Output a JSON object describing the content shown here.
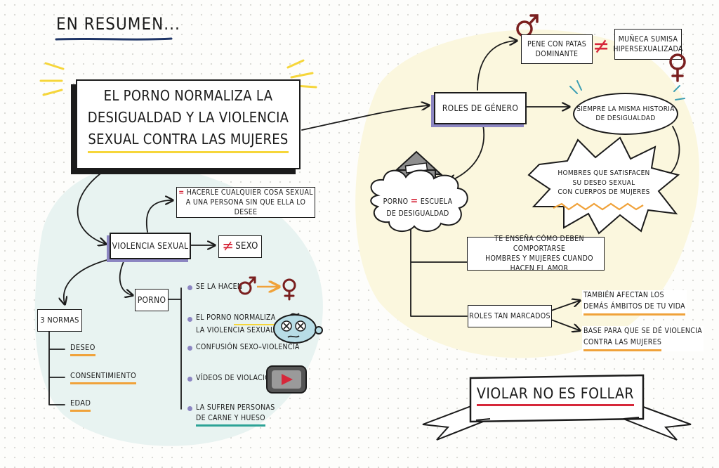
{
  "heading": "EN RESUMEN...",
  "main_claim": {
    "line1": "EL PORNO NORMALIZA LA",
    "line2": "DESIGUALDAD Y LA VIOLENCIA",
    "line3": "SEXUAL CONTRA LAS MUJERES"
  },
  "violencia": {
    "label": "VIOLENCIA SEXUAL",
    "definition_symbol": "=",
    "definition_line1": "HACERLE CUALQUIER COSA SEXUAL",
    "definition_line2": "A UNA PERSONA SIN QUE ELLA LO DESEE",
    "not_equal": "≠",
    "not_equal_label": "SEXO"
  },
  "normas": {
    "label": "3 NORMAS",
    "items": [
      "DESEO",
      "CONSENTIMIENTO",
      "EDAD"
    ]
  },
  "porno": {
    "label": "PORNO",
    "items": {
      "se_la_hacen": "SE LA HACEN",
      "normaliza_1a": "EL PORNO",
      "normaliza_1b": "NORMALIZA",
      "normaliza_2": "LA VIOLENCIA SEXUAL",
      "confusion": "CONFUSIÓN SEXO–VIOLENCIA",
      "videos": "VÍDEOS DE VIOLACIONES",
      "sufren_1": "LA SUFREN PERSONAS",
      "sufren_2": "DE CARNE Y HUESO"
    }
  },
  "roles": {
    "label": "ROLES DE GÉNERO",
    "male_1": "PENE CON PATAS",
    "male_2": "DOMINANTE",
    "not_equal": "≠",
    "female_1": "MUÑECA SUMISA",
    "female_2": "HIPERSEXUALIZADA",
    "historia_1": "SIEMPRE LA MISMA HISTORIA",
    "historia_2": "DE DESIGUALDAD",
    "hombres_1": "HOMBRES QUE SATISFACEN",
    "hombres_2": "SU DESEO SEXUAL",
    "hombres_3": "CON CUERPOS DE MUJERES"
  },
  "escuela": {
    "label_a": "PORNO",
    "symbol": "=",
    "label_b": "ESCUELA",
    "label_c": "DE DESIGUALDAD",
    "ensena_1": "TE ENSEÑA CÓMO DEBEN COMPORTARSE",
    "ensena_2": "HOMBRES Y MUJERES CUANDO HACEN EL AMOR",
    "marcados": "ROLES TAN MARCADOS",
    "afectan_1": "TAMBIÉN AFECTAN LOS",
    "afectan_2": "DEMÁS ÁMBITOS DE TU VIDA",
    "base_1": "BASE PARA QUE SE DÉ VIOLENCIA",
    "base_2": "CONTRA LAS MUJERES"
  },
  "banner": "VIOLAR NO ES FOLLAR",
  "colors": {
    "lavender": "#8c86c2",
    "red": "#d6273a",
    "orange": "#f0a23a",
    "yellow": "#f6d63a",
    "teal": "#2ca396",
    "navy": "#1f3566",
    "maroon": "#7a1f1f",
    "mint_bg": "#e8f3f1",
    "cream_bg": "#fbf7de"
  }
}
